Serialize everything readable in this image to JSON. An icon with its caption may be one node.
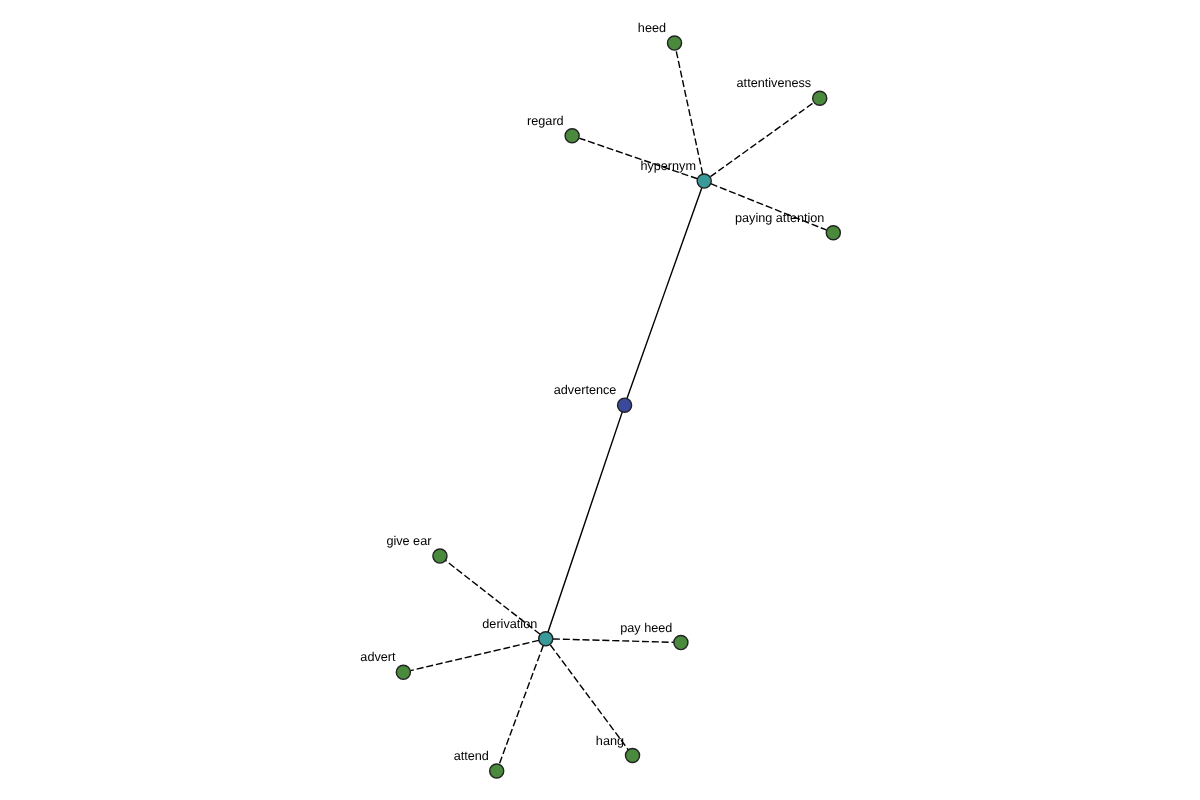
{
  "diagram": {
    "nodes": [
      {
        "text": [
          "regard"
        ]
      },
      {
        "text": [
          "attentiveness"
        ]
      },
      {
        "text": [
          "paying attention"
        ]
      },
      {
        "text": [
          "heed"
        ]
      },
      {
        "text": [
          "hypernym"
        ]
      },
      {
        "text": [
          "advertence"
        ]
      },
      {
        "text": [
          "attend"
        ]
      },
      {
        "text": [
          "derivation"
        ]
      },
      {
        "text": [
          "advert"
        ]
      },
      {
        "text": [
          "pay heed"
        ]
      },
      {
        "text": [
          "hang"
        ]
      },
      {
        "text": [
          "give ear"
        ]
      }
    ],
    "edges": [
      {
        "from": 4,
        "to": 0,
        "arrow": "none",
        "style": "dashed"
      },
      {
        "from": 4,
        "to": 1,
        "arrow": "none",
        "style": "dashed"
      },
      {
        "from": 4,
        "to": 2,
        "arrow": "none",
        "style": "dashed"
      },
      {
        "from": 4,
        "to": 3,
        "arrow": "none",
        "style": "dashed"
      },
      {
        "from": 5,
        "to": 4,
        "arrow": "none"
      },
      {
        "from": 5,
        "to": 7,
        "arrow": "none"
      },
      {
        "from": 7,
        "to": 6,
        "arrow": "none",
        "style": "dashed"
      },
      {
        "from": 7,
        "to": 8,
        "arrow": "none",
        "style": "dashed"
      },
      {
        "from": 7,
        "to": 9,
        "arrow": "none",
        "style": "dashed"
      },
      {
        "from": 7,
        "to": 10,
        "arrow": "none",
        "style": "dashed"
      },
      {
        "from": 7,
        "to": 11,
        "arrow": "none",
        "style": "dashed"
      }
    ]
  }
}
